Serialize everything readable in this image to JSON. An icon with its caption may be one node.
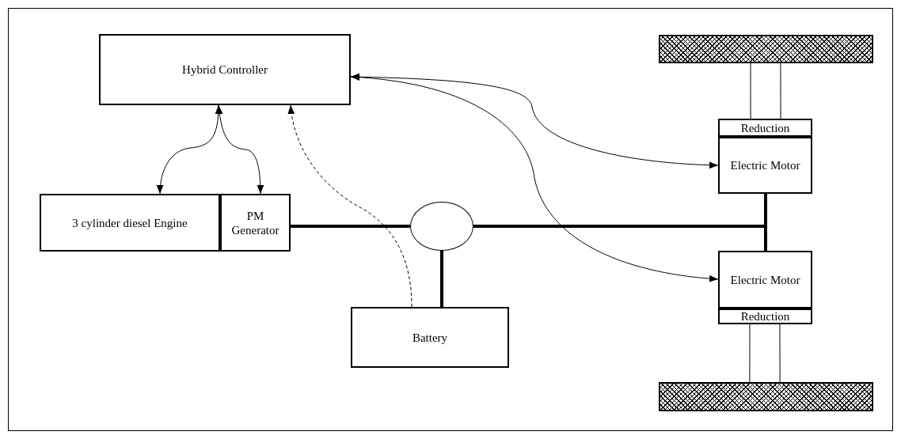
{
  "diagram": {
    "nodes": [
      {
        "text": [
          "Hybrid Controller"
        ]
      },
      {
        "text": [],
        "shape": "bar"
      },
      {
        "text": [
          "Reduction"
        ]
      },
      {
        "text": [
          "Electric Motor"
        ]
      },
      {
        "text": [
          "3 cylinder diesel Engine"
        ]
      },
      {
        "text": [
          "PM Generator"
        ]
      },
      {
        "text": [],
        "shape": "circle"
      },
      {
        "text": [
          "Electric Motor"
        ]
      },
      {
        "text": [
          "Reduction"
        ]
      },
      {
        "text": [
          "Battery"
        ]
      },
      {
        "text": [],
        "shape": "bar"
      }
    ],
    "edges": [
      {
        "from": 0,
        "to": 4,
        "arrow": "both"
      },
      {
        "from": 0,
        "to": 5,
        "arrow": "both"
      },
      {
        "from": 9,
        "to": 0,
        "arrow": "to",
        "style": "dashed"
      },
      {
        "from": 0,
        "to": 3,
        "arrow": "both"
      },
      {
        "from": 0,
        "to": 7,
        "arrow": "both"
      },
      {
        "from": 5,
        "to": 6,
        "arrow": "none",
        "style": "thick"
      },
      {
        "from": 6,
        "to": 9,
        "arrow": "none",
        "style": "thick"
      },
      {
        "from": 6,
        "to": 3,
        "arrow": "none",
        "style": "thick"
      },
      {
        "from": 6,
        "to": 7,
        "arrow": "none",
        "style": "thick"
      },
      {
        "from": 1,
        "to": 2,
        "arrow": "none"
      },
      {
        "from": 1,
        "to": 2,
        "arrow": "none"
      },
      {
        "from": 10,
        "to": 8,
        "arrow": "none"
      },
      {
        "from": 10,
        "to": 8,
        "arrow": "none"
      }
    ]
  }
}
